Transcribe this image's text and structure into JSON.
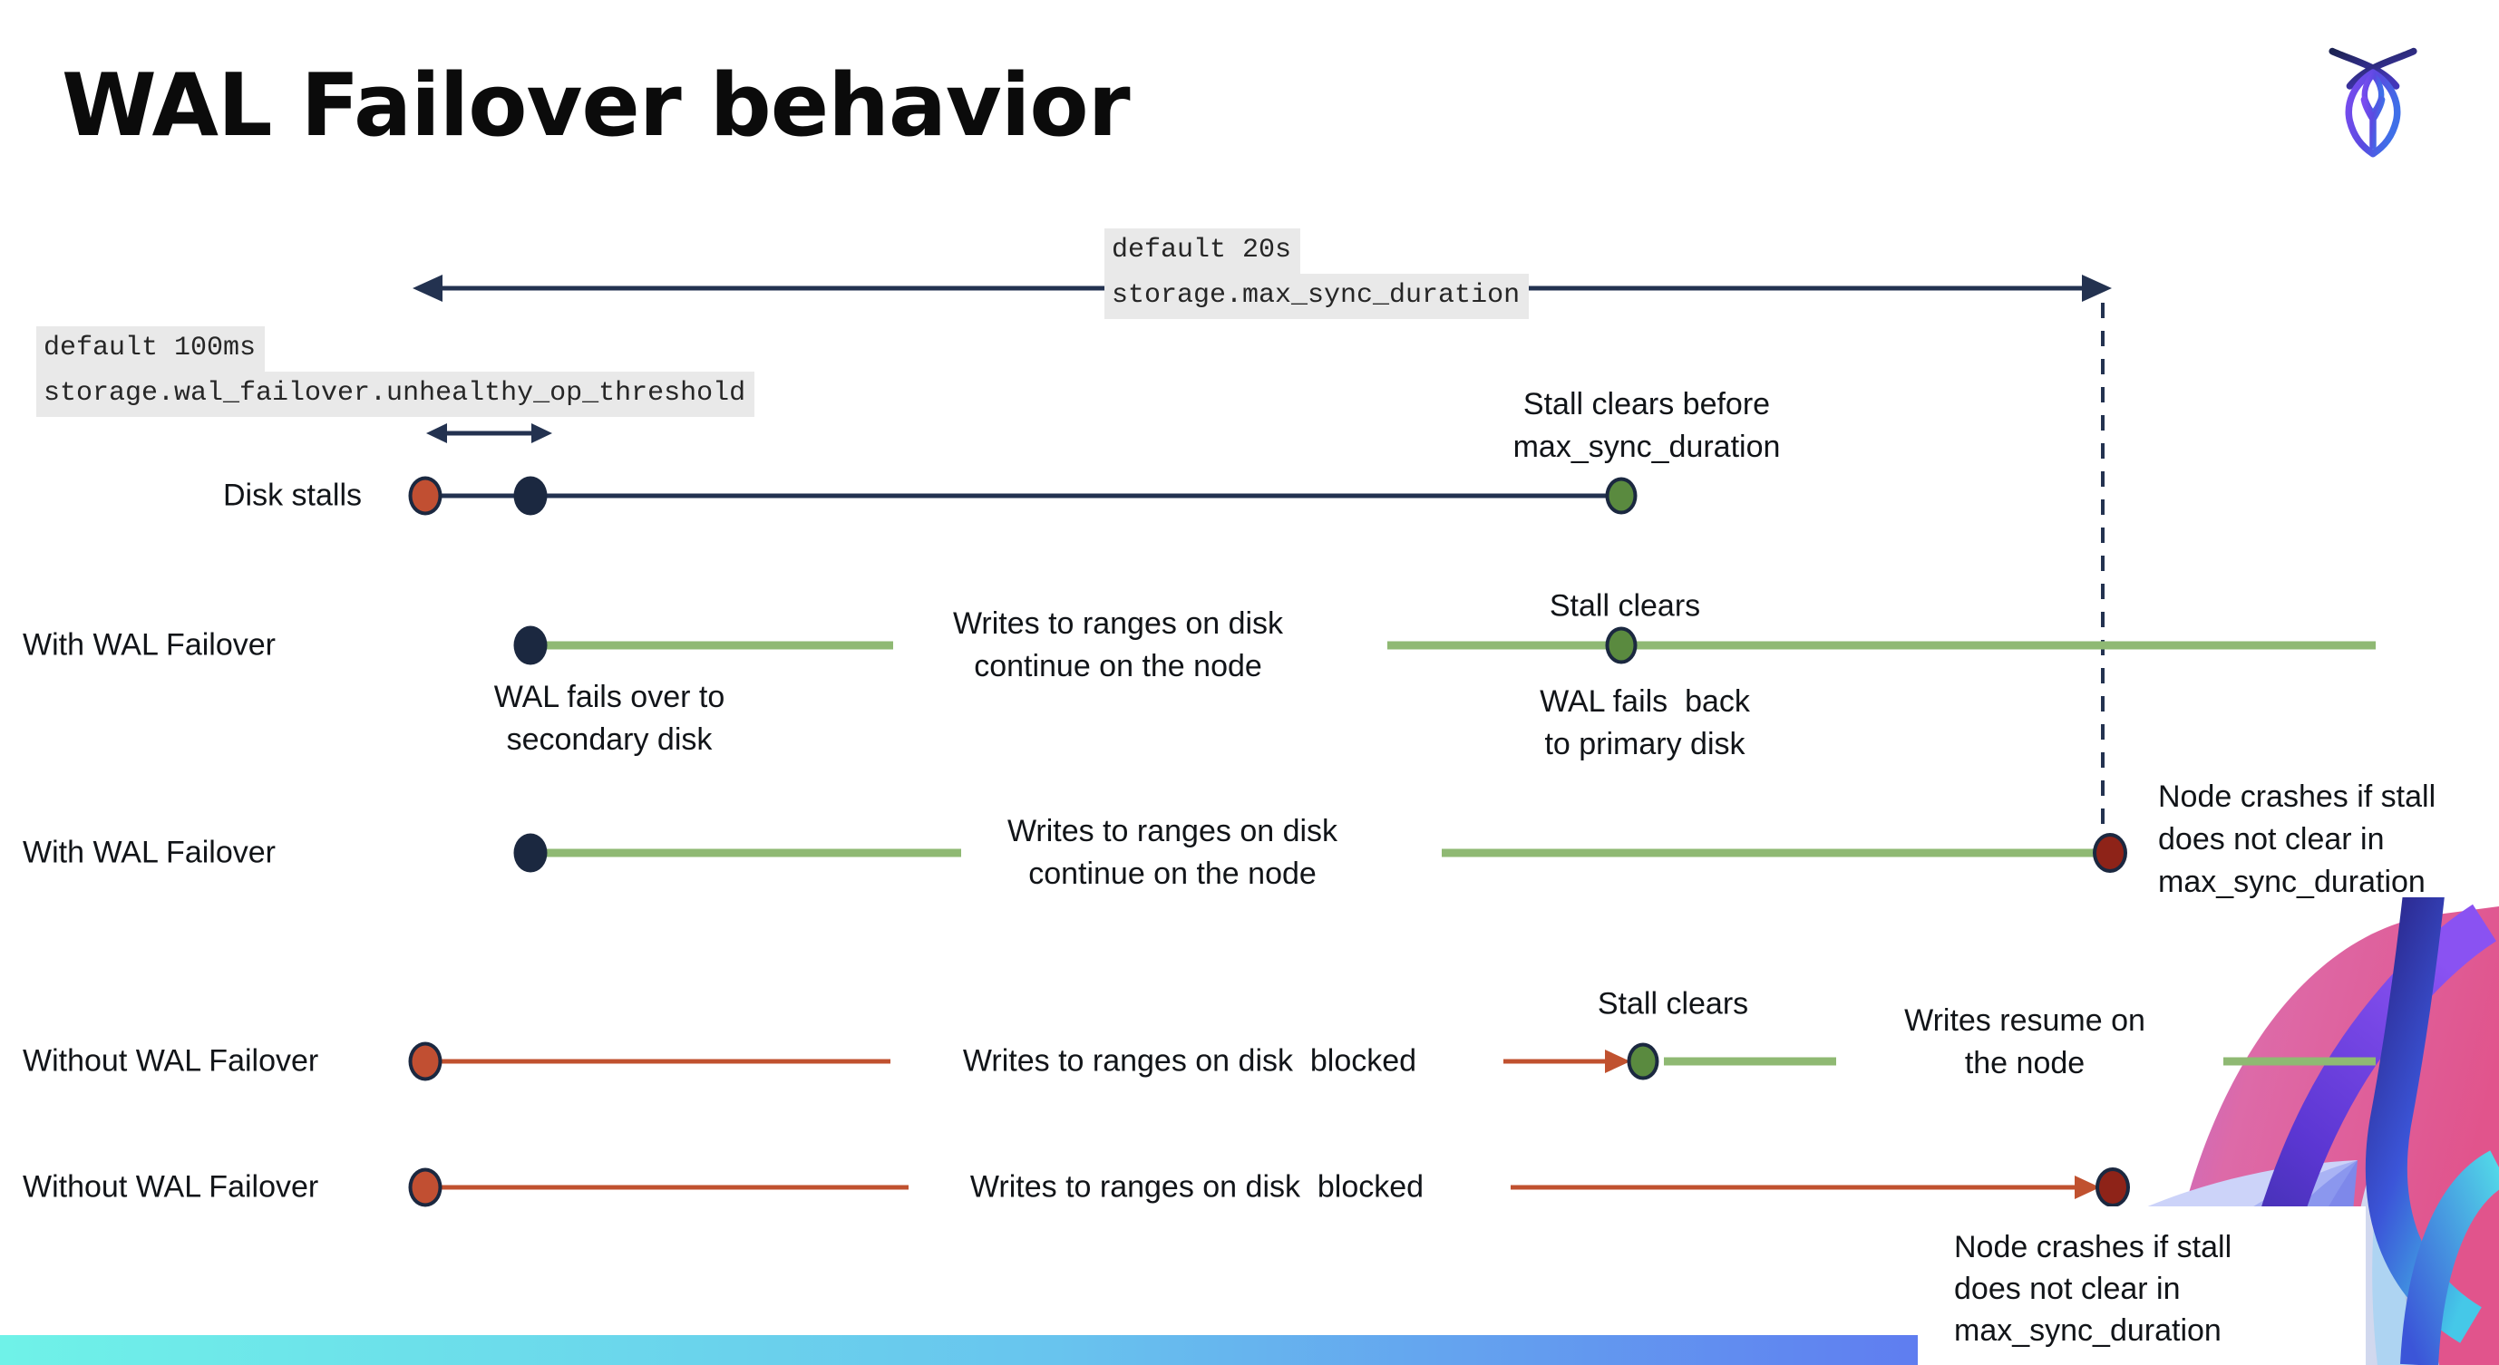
{
  "page": {
    "title": "WAL Failover behavior"
  },
  "brand": {
    "logo_icon": "cockroachdb-mark",
    "decoration_icon": "cockroachdb-mark-gradient-crop"
  },
  "settings_callouts": {
    "max_sync": {
      "line1": "default 20s",
      "line2": "storage.max_sync_duration"
    },
    "unhealthy_op": {
      "line1": "default 100ms",
      "line2": "storage.wal_failover.unhealthy_op_threshold"
    }
  },
  "rows": [
    {
      "label": "Disk stalls"
    },
    {
      "label": "With WAL Failover"
    },
    {
      "label": "With WAL Failover"
    },
    {
      "label": "Without WAL Failover"
    },
    {
      "label": "Without WAL Failover"
    }
  ],
  "callouts": {
    "stall_clears_before_1": "Stall clears before",
    "stall_clears_before_2": "max_sync_duration",
    "writes_continue_1": "Writes to ranges on disk",
    "writes_continue_2": "continue on the node",
    "stall_clears": "Stall clears",
    "wal_fails_over_1": "WAL fails over to",
    "wal_fails_over_2": "secondary disk",
    "wal_fails_back_1": "WAL fails  back",
    "wal_fails_back_2": "to primary disk",
    "node_crashes_1": "Node crashes if stall",
    "node_crashes_2": "does not clear in",
    "node_crashes_3": "max_sync_duration",
    "writes_blocked": "Writes to ranges on disk  blocked",
    "writes_resume_1": "Writes resume on",
    "writes_resume_2": "the node"
  },
  "crash_box": {
    "line1": "Node crashes if stall",
    "line2": "does not clear in",
    "line3": "max_sync_duration"
  },
  "colors": {
    "navy_line": "#233250",
    "navy_dot": "#1b2840",
    "green_line": "#8fb973",
    "green_dot": "#5a8a3f",
    "red": "#c0512f",
    "maroon_dot": "#8e2318",
    "code_bg": "#e9e9e9",
    "bar_gradient_left": "#6ff2e8",
    "bar_gradient_right": "#5f7df0"
  }
}
